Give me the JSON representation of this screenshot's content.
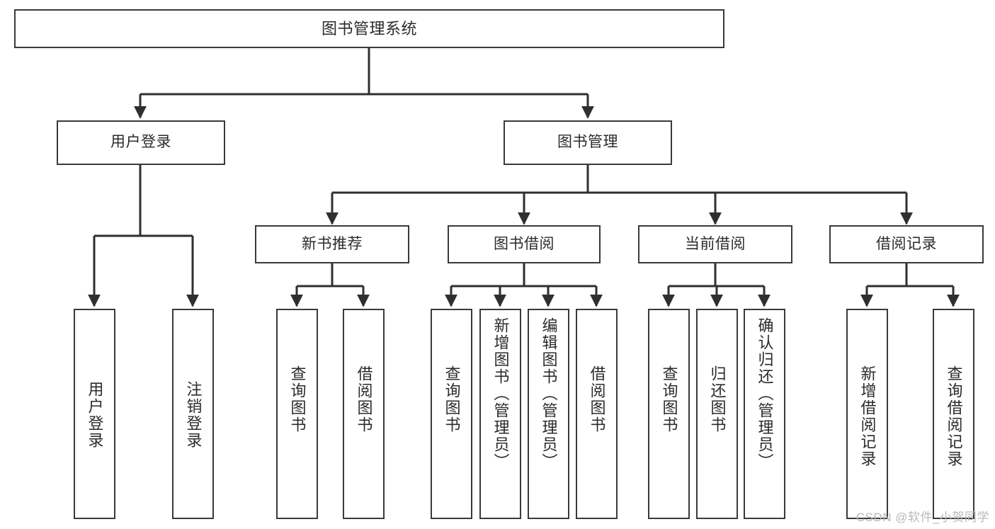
{
  "diagram": {
    "title": "图书管理系统",
    "type": "tree-structure-chart",
    "watermark": "CSDN @软件_小贺同学",
    "colors": {
      "box_border": "#3a3a3a",
      "box_fill": "#ffffff",
      "edge": "#2f2f2f",
      "text": "#2b2b2b",
      "watermark": "#b9b9b9",
      "background": "#ffffff"
    },
    "levels": {
      "root": {
        "label": "图书管理系统"
      },
      "level2": [
        {
          "id": "user-login",
          "label": "用户登录"
        },
        {
          "id": "book-manage",
          "label": "图书管理"
        }
      ],
      "level3": [
        {
          "id": "new-book-recommend",
          "label": "新书推荐"
        },
        {
          "id": "book-borrow",
          "label": "图书借阅"
        },
        {
          "id": "current-borrow",
          "label": "当前借阅"
        },
        {
          "id": "borrow-record",
          "label": "借阅记录"
        }
      ],
      "leaves": {
        "user_login": [
          {
            "id": "leaf-user-login",
            "label": "用户登录"
          },
          {
            "id": "leaf-logout-login",
            "label": "注销登录"
          }
        ],
        "new_book_recommend": [
          {
            "id": "leaf-query-book-1",
            "label": "查询图书"
          },
          {
            "id": "leaf-borrow-book-1",
            "label": "借阅图书"
          }
        ],
        "book_borrow": [
          {
            "id": "leaf-query-book-2",
            "label": "查询图书"
          },
          {
            "id": "leaf-add-book-admin",
            "label": "新增图书（管理员）"
          },
          {
            "id": "leaf-edit-book-admin",
            "label": "编辑图书（管理员）"
          },
          {
            "id": "leaf-borrow-book-2",
            "label": "借阅图书"
          }
        ],
        "current_borrow": [
          {
            "id": "leaf-query-book-3",
            "label": "查询图书"
          },
          {
            "id": "leaf-return-book",
            "label": "归还图书"
          },
          {
            "id": "leaf-confirm-return-admin",
            "label": "确认归还（管理员）"
          }
        ],
        "borrow_record": [
          {
            "id": "leaf-add-borrow-record",
            "label": "新增借阅记录"
          },
          {
            "id": "leaf-query-borrow-record",
            "label": "查询借阅记录"
          }
        ]
      }
    }
  }
}
